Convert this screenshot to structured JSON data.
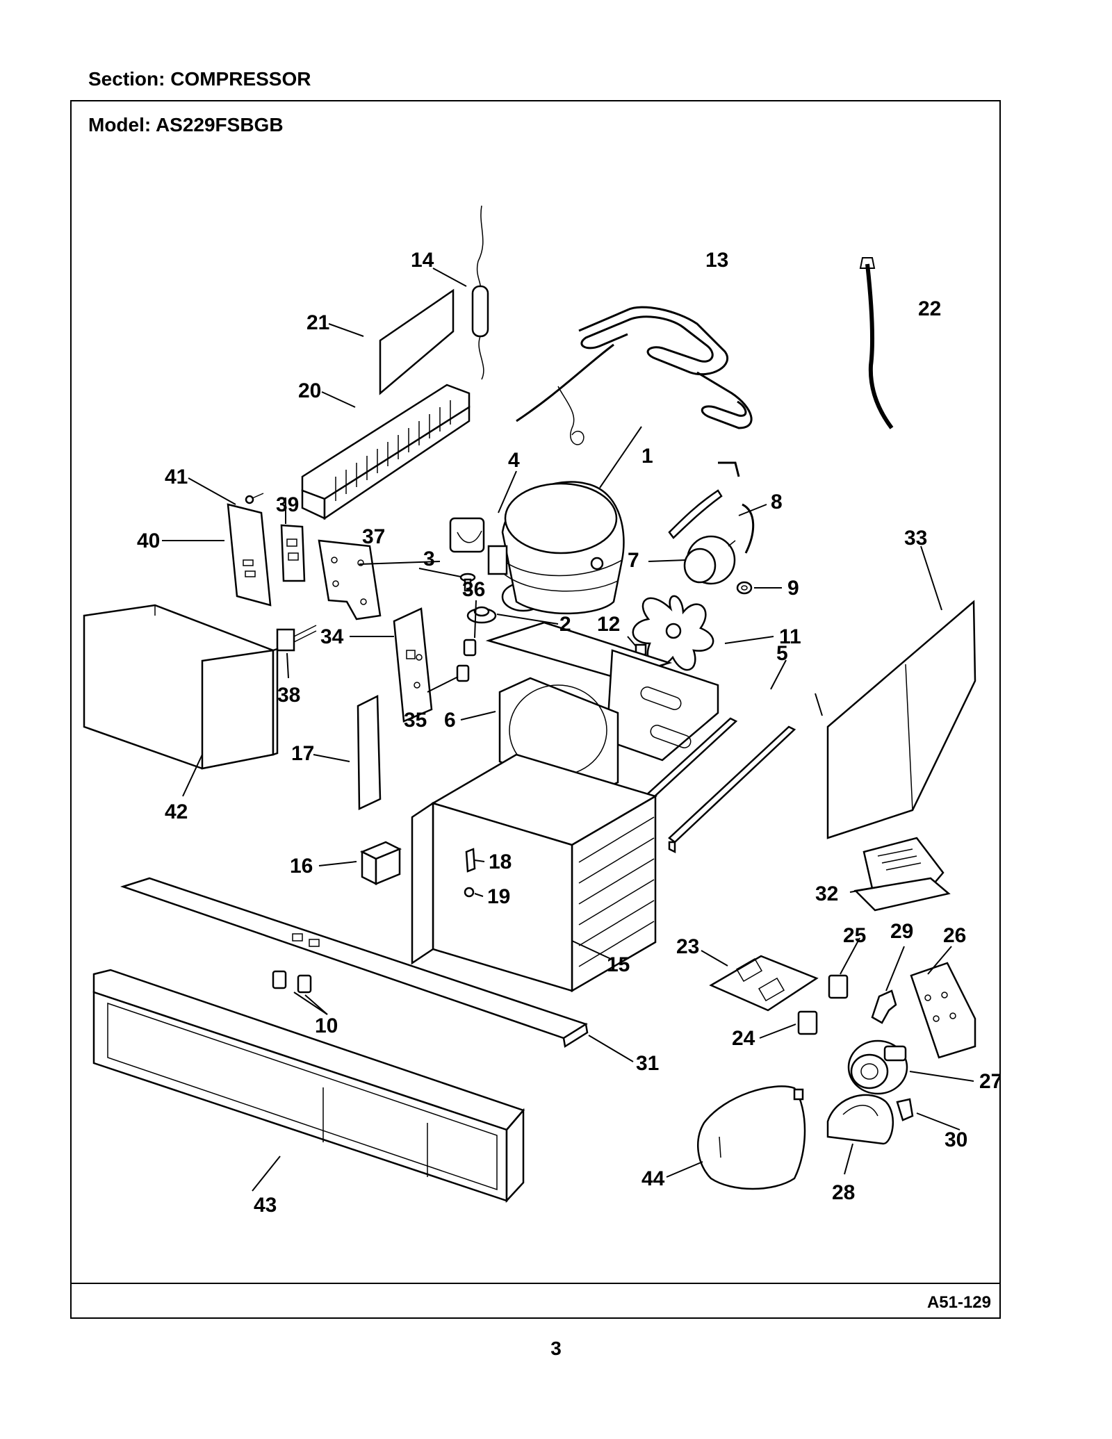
{
  "header": {
    "section_label": "Section:  COMPRESSOR",
    "model_label": "Model:  AS229FSBGB"
  },
  "footer": {
    "ref_code": "A51-129",
    "page_number": "3"
  },
  "diagram": {
    "parts": [
      "1",
      "2",
      "3",
      "4",
      "5",
      "6",
      "7",
      "8",
      "9",
      "10",
      "11",
      "12",
      "13",
      "14",
      "15",
      "16",
      "17",
      "18",
      "19",
      "20",
      "21",
      "22",
      "23",
      "24",
      "25",
      "26",
      "27",
      "28",
      "29",
      "30",
      "31",
      "32",
      "33",
      "34",
      "35",
      "36",
      "37",
      "38",
      "39",
      "40",
      "41",
      "42",
      "43",
      "44"
    ]
  }
}
